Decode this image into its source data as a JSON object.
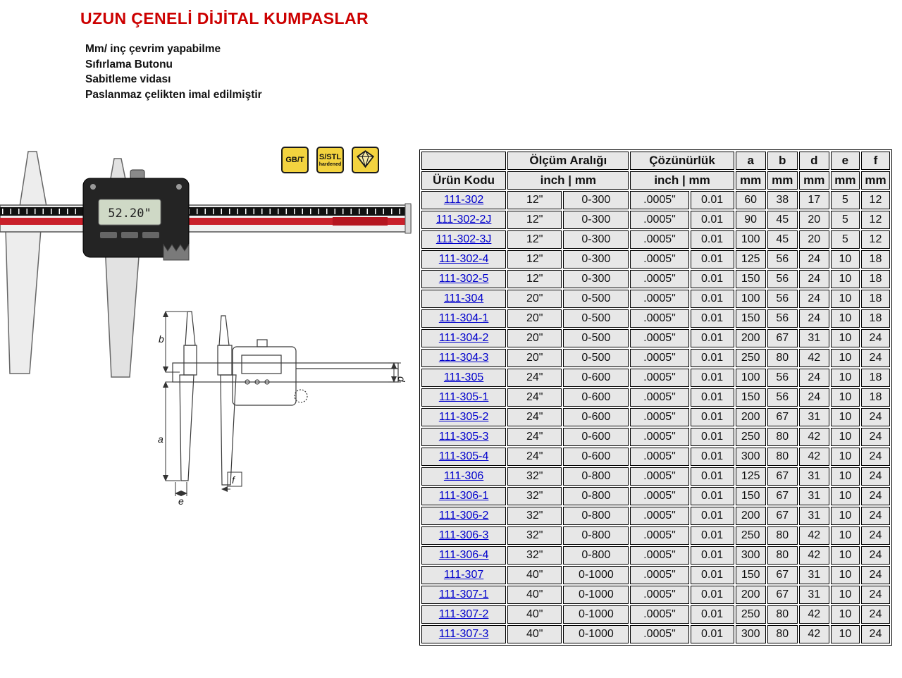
{
  "page": {
    "title": "UZUN ÇENELİ DİJİTAL KUMPASLAR",
    "features": [
      "Mm/ inç çevrim yapabilme",
      "Sıfırlama Butonu",
      "Sabitleme vidası",
      "Paslanmaz çelikten imal edilmiştir"
    ],
    "accent_color": "#cc0000",
    "link_color": "#0000cc"
  },
  "badges": [
    {
      "label": "GB/T",
      "sub": ""
    },
    {
      "label": "S/STL",
      "sub": "hardened"
    },
    {
      "label": "",
      "sub": ""
    }
  ],
  "caliper_image": {
    "display_value": "52.20\""
  },
  "diagram": {
    "labels": {
      "b": "b",
      "a": "a",
      "e": "e",
      "f": "f",
      "d": "d"
    }
  },
  "table": {
    "headers": {
      "product_code": "Ürün Kodu",
      "range_group": "Ölçüm Aralığı",
      "resolution_group": "Çözünürlük",
      "range_units": "inch | mm",
      "resolution_units": "inch | mm",
      "dim_columns": [
        "a",
        "b",
        "d",
        "e",
        "f"
      ],
      "dim_unit": "mm"
    },
    "rows": [
      {
        "code": "111-302",
        "range_inch": "12\"",
        "range_mm": "0-300",
        "res_inch": ".0005\"",
        "res_mm": "0.01",
        "a": "60",
        "b": "38",
        "d": "17",
        "e": "5",
        "f": "12"
      },
      {
        "code": "111-302-2J",
        "range_inch": "12\"",
        "range_mm": "0-300",
        "res_inch": ".0005\"",
        "res_mm": "0.01",
        "a": "90",
        "b": "45",
        "d": "20",
        "e": "5",
        "f": "12"
      },
      {
        "code": "111-302-3J",
        "range_inch": "12\"",
        "range_mm": "0-300",
        "res_inch": ".0005\"",
        "res_mm": "0.01",
        "a": "100",
        "b": "45",
        "d": "20",
        "e": "5",
        "f": "12"
      },
      {
        "code": "111-302-4",
        "range_inch": "12\"",
        "range_mm": "0-300",
        "res_inch": ".0005\"",
        "res_mm": "0.01",
        "a": "125",
        "b": "56",
        "d": "24",
        "e": "10",
        "f": "18"
      },
      {
        "code": "111-302-5",
        "range_inch": "12\"",
        "range_mm": "0-300",
        "res_inch": ".0005\"",
        "res_mm": "0.01",
        "a": "150",
        "b": "56",
        "d": "24",
        "e": "10",
        "f": "18"
      },
      {
        "code": "111-304",
        "range_inch": "20\"",
        "range_mm": "0-500",
        "res_inch": ".0005\"",
        "res_mm": "0.01",
        "a": "100",
        "b": "56",
        "d": "24",
        "e": "10",
        "f": "18"
      },
      {
        "code": "111-304-1",
        "range_inch": "20\"",
        "range_mm": "0-500",
        "res_inch": ".0005\"",
        "res_mm": "0.01",
        "a": "150",
        "b": "56",
        "d": "24",
        "e": "10",
        "f": "18"
      },
      {
        "code": "111-304-2",
        "range_inch": "20\"",
        "range_mm": "0-500",
        "res_inch": ".0005\"",
        "res_mm": "0.01",
        "a": "200",
        "b": "67",
        "d": "31",
        "e": "10",
        "f": "24"
      },
      {
        "code": "111-304-3",
        "range_inch": "20\"",
        "range_mm": "0-500",
        "res_inch": ".0005\"",
        "res_mm": "0.01",
        "a": "250",
        "b": "80",
        "d": "42",
        "e": "10",
        "f": "24"
      },
      {
        "code": "111-305",
        "range_inch": "24\"",
        "range_mm": "0-600",
        "res_inch": ".0005\"",
        "res_mm": "0.01",
        "a": "100",
        "b": "56",
        "d": "24",
        "e": "10",
        "f": "18"
      },
      {
        "code": "111-305-1",
        "range_inch": "24\"",
        "range_mm": "0-600",
        "res_inch": ".0005\"",
        "res_mm": "0.01",
        "a": "150",
        "b": "56",
        "d": "24",
        "e": "10",
        "f": "18"
      },
      {
        "code": "111-305-2",
        "range_inch": "24\"",
        "range_mm": "0-600",
        "res_inch": ".0005\"",
        "res_mm": "0.01",
        "a": "200",
        "b": "67",
        "d": "31",
        "e": "10",
        "f": "24"
      },
      {
        "code": "111-305-3",
        "range_inch": "24\"",
        "range_mm": "0-600",
        "res_inch": ".0005\"",
        "res_mm": "0.01",
        "a": "250",
        "b": "80",
        "d": "42",
        "e": "10",
        "f": "24"
      },
      {
        "code": "111-305-4",
        "range_inch": "24\"",
        "range_mm": "0-600",
        "res_inch": ".0005\"",
        "res_mm": "0.01",
        "a": "300",
        "b": "80",
        "d": "42",
        "e": "10",
        "f": "24"
      },
      {
        "code": "111-306",
        "range_inch": "32\"",
        "range_mm": "0-800",
        "res_inch": ".0005\"",
        "res_mm": "0.01",
        "a": "125",
        "b": "67",
        "d": "31",
        "e": "10",
        "f": "24"
      },
      {
        "code": "111-306-1",
        "range_inch": "32\"",
        "range_mm": "0-800",
        "res_inch": ".0005\"",
        "res_mm": "0.01",
        "a": "150",
        "b": "67",
        "d": "31",
        "e": "10",
        "f": "24"
      },
      {
        "code": "111-306-2",
        "range_inch": "32\"",
        "range_mm": "0-800",
        "res_inch": ".0005\"",
        "res_mm": "0.01",
        "a": "200",
        "b": "67",
        "d": "31",
        "e": "10",
        "f": "24"
      },
      {
        "code": "111-306-3",
        "range_inch": "32\"",
        "range_mm": "0-800",
        "res_inch": ".0005\"",
        "res_mm": "0.01",
        "a": "250",
        "b": "80",
        "d": "42",
        "e": "10",
        "f": "24"
      },
      {
        "code": "111-306-4",
        "range_inch": "32\"",
        "range_mm": "0-800",
        "res_inch": ".0005\"",
        "res_mm": "0.01",
        "a": "300",
        "b": "80",
        "d": "42",
        "e": "10",
        "f": "24"
      },
      {
        "code": "111-307",
        "range_inch": "40\"",
        "range_mm": "0-1000",
        "res_inch": ".0005\"",
        "res_mm": "0.01",
        "a": "150",
        "b": "67",
        "d": "31",
        "e": "10",
        "f": "24"
      },
      {
        "code": "111-307-1",
        "range_inch": "40\"",
        "range_mm": "0-1000",
        "res_inch": ".0005\"",
        "res_mm": "0.01",
        "a": "200",
        "b": "67",
        "d": "31",
        "e": "10",
        "f": "24"
      },
      {
        "code": "111-307-2",
        "range_inch": "40\"",
        "range_mm": "0-1000",
        "res_inch": ".0005\"",
        "res_mm": "0.01",
        "a": "250",
        "b": "80",
        "d": "42",
        "e": "10",
        "f": "24"
      },
      {
        "code": "111-307-3",
        "range_inch": "40\"",
        "range_mm": "0-1000",
        "res_inch": ".0005\"",
        "res_mm": "0.01",
        "a": "300",
        "b": "80",
        "d": "42",
        "e": "10",
        "f": "24"
      }
    ]
  }
}
